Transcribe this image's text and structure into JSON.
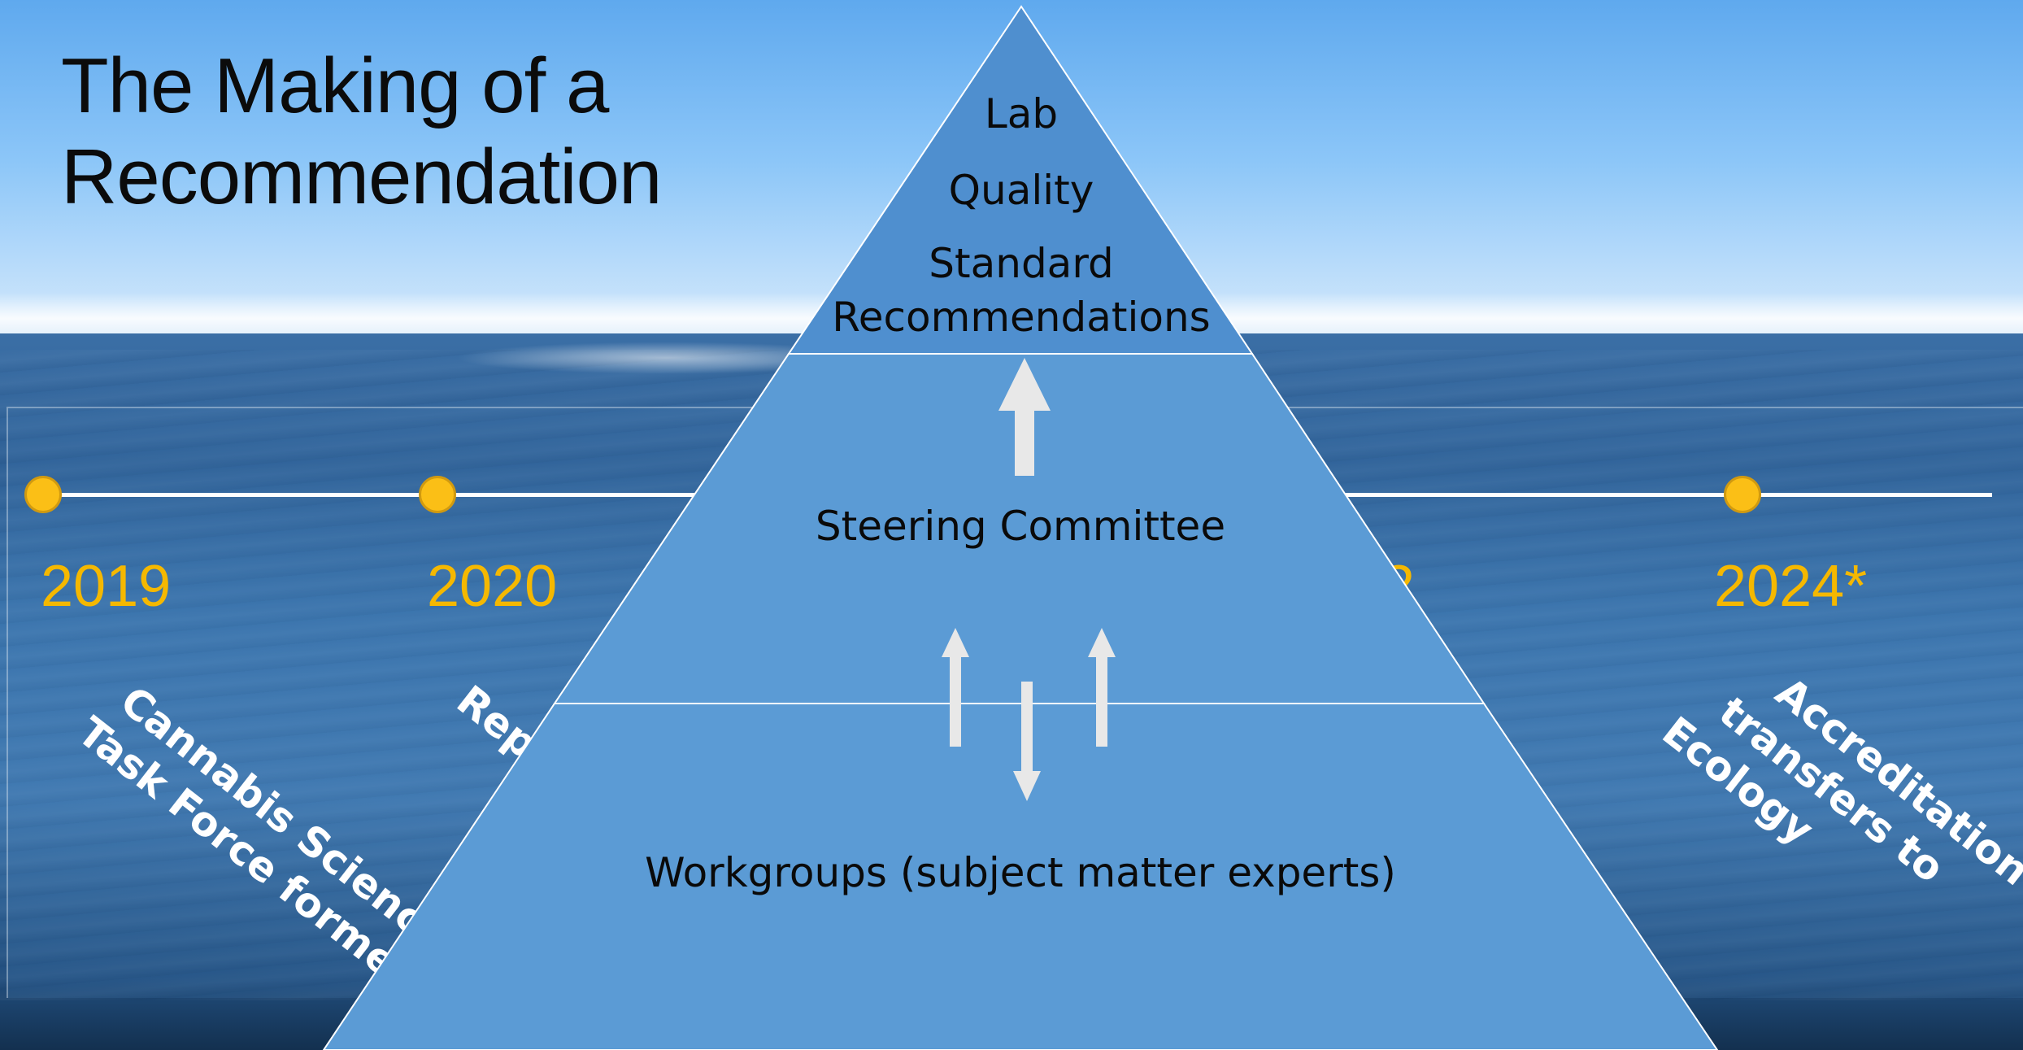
{
  "title": {
    "line1": "The Making of a",
    "line2": "Recommendation"
  },
  "timeline": {
    "years": [
      "2019",
      "2020",
      "2",
      "2024*"
    ],
    "events": [
      {
        "lines": [
          "Cannabis Science",
          "Task Force formed"
        ]
      },
      {
        "lines": [
          "Rep"
        ]
      },
      {
        "lines": [
          "Accreditation",
          "transfers to",
          "Ecology"
        ]
      }
    ]
  },
  "pyramid": {
    "top": {
      "line1": "Lab",
      "line2": "Quality",
      "line3": "Standard",
      "line4": "Recommendations"
    },
    "middle": {
      "label": "Steering Committee"
    },
    "bottom": {
      "label": "Workgroups (subject matter experts)"
    }
  },
  "colors": {
    "pyramid_fill": "#5b9bd5",
    "pyramid_top_fill": "#4f8fcf",
    "timeline_dot": "#fbbf16",
    "year_text": "#f5b800",
    "arrow": "#e8e8e8"
  }
}
